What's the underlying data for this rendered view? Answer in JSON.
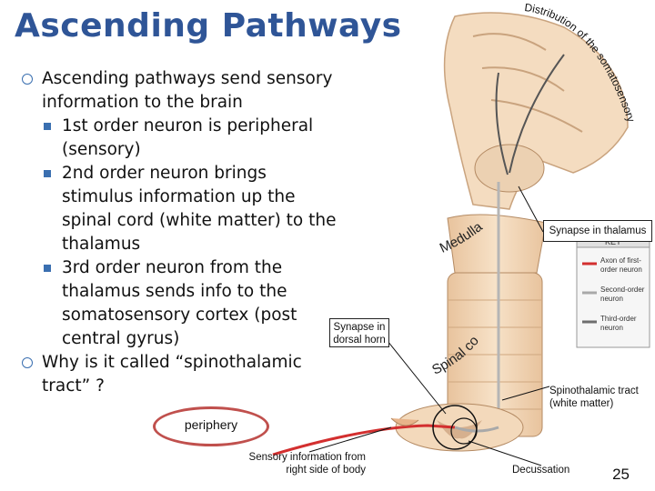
{
  "slide": {
    "title": "Ascending Pathways",
    "page_number": "25",
    "bullets": [
      {
        "text": "Ascending pathways send sensory information to the brain",
        "sub": [
          "1st order neuron is peripheral (sensory)",
          "2nd order neuron brings stimulus information up the spinal cord (white matter) to the thalamus",
          "3rd order neuron from the thalamus sends info to the somatosensory cortex (post central gyrus)"
        ]
      },
      {
        "text": "Why is it called “spinothalamic tract” ?",
        "sub": []
      }
    ]
  },
  "figure": {
    "cortex_label": "Distribution of the somatosensory cortex",
    "medulla_label": "Medulla",
    "spinal_cord_label": "Spinal cord",
    "synapse_thalamus": "Synapse in thalamus",
    "synapse_dorsal_horn_line1": "Synapse in",
    "synapse_dorsal_horn_line2": "dorsal horn",
    "periphery": "periphery",
    "sensory_info_line1": "Sensory information from",
    "sensory_info_line2": "right side of body",
    "spinothalamic_line1": "Spinothalamic tract",
    "spinothalamic_line2": "(white matter)",
    "decussation": "Decussation",
    "key": {
      "title": "KEY",
      "items": [
        {
          "label_line1": "Axon of first-",
          "label_line2": "order neuron",
          "color": "#d32f2f"
        },
        {
          "label_line1": "Second-order",
          "label_line2": "neuron",
          "color": "#a9a9a9"
        },
        {
          "label_line1": "Third-order",
          "label_line2": "neuron",
          "color": "#6e6e6e"
        }
      ]
    },
    "colors": {
      "accent": "#2f5597",
      "highlight": "#c0504d",
      "first_order": "#d32f2f",
      "cord": "#f2d4b4"
    }
  }
}
